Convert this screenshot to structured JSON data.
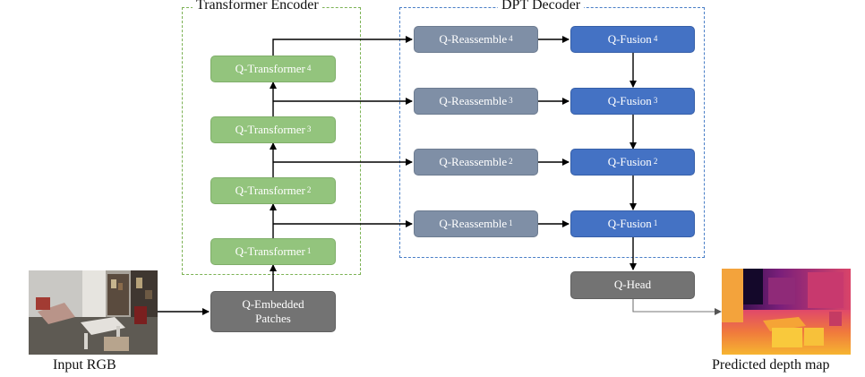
{
  "groups": {
    "encoder_title": "Transformer Encoder",
    "decoder_title": "DPT Decoder"
  },
  "nodes": {
    "q_transformer_4": {
      "label": "Q-Transformer",
      "sub": "4"
    },
    "q_transformer_3": {
      "label": "Q-Transformer",
      "sub": "3"
    },
    "q_transformer_2": {
      "label": "Q-Transformer",
      "sub": "2"
    },
    "q_transformer_1": {
      "label": "Q-Transformer",
      "sub": "1"
    },
    "q_embedded_patches": {
      "line1": "Q-Embedded",
      "line2": "Patches"
    },
    "q_reassemble_4": {
      "label": "Q-Reassemble",
      "sub": "4"
    },
    "q_reassemble_3": {
      "label": "Q-Reassemble",
      "sub": "3"
    },
    "q_reassemble_2": {
      "label": "Q-Reassemble",
      "sub": "2"
    },
    "q_reassemble_1": {
      "label": "Q-Reassemble",
      "sub": "1"
    },
    "q_fusion_4": {
      "label": "Q-Fusion",
      "sub": "4"
    },
    "q_fusion_3": {
      "label": "Q-Fusion",
      "sub": "3"
    },
    "q_fusion_2": {
      "label": "Q-Fusion",
      "sub": "2"
    },
    "q_fusion_1": {
      "label": "Q-Fusion",
      "sub": "1"
    },
    "q_head": {
      "label": "Q-Head"
    }
  },
  "captions": {
    "input": "Input RGB",
    "output": "Predicted depth map"
  },
  "colors": {
    "encoder_block": "#93c47d",
    "reassemble_block": "#7f8fa6",
    "fusion_block": "#4472c4",
    "neutral_block": "#737373"
  }
}
